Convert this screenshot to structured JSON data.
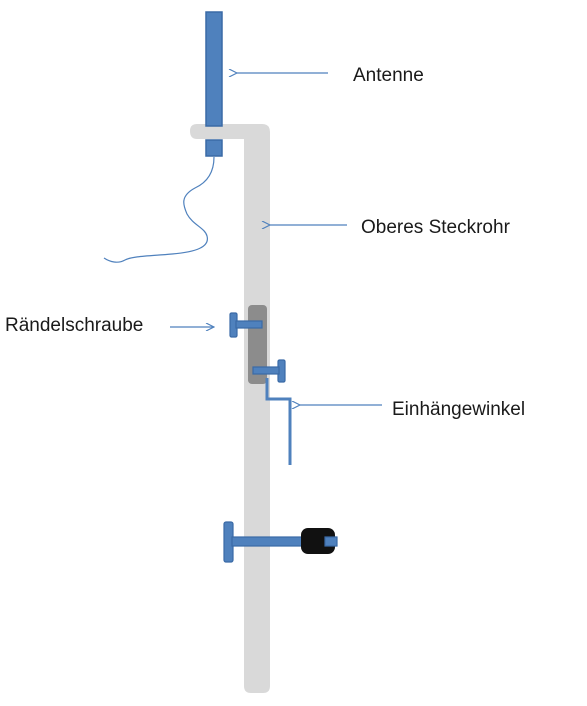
{
  "labels": {
    "antenna": "Antenne",
    "upper_tube": "Oberes Steckrohr",
    "knurled_screw": "Rändelschraube",
    "hanging_bracket": "Einhängewinkel"
  },
  "colors": {
    "tube": "#d9d9d9",
    "part_blue": "#4f81bd",
    "part_blue_dark": "#3a6aa6",
    "clamp_gray": "#8c8c8c",
    "knob_black": "#111111",
    "arrow": "#4f81bd",
    "text": "#1a1a1a"
  }
}
